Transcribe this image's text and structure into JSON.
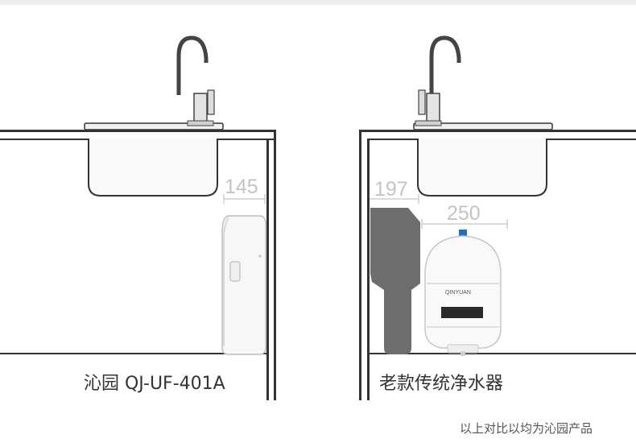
{
  "left_panel": {
    "dimension": "145",
    "caption": "沁园 QJ-UF-401A"
  },
  "right_panel": {
    "dimension_filter": "197",
    "dimension_tank": "250",
    "caption": "老款传统净水器",
    "tank_brand": "QINYUAN"
  },
  "footnote": "以上对比以均为沁园产品",
  "colors": {
    "cabinet_line": "#333333",
    "dimension_text": "#c4c4c4",
    "old_filter": "#6e6e6e",
    "tank_cap": "#1f6fc2"
  }
}
